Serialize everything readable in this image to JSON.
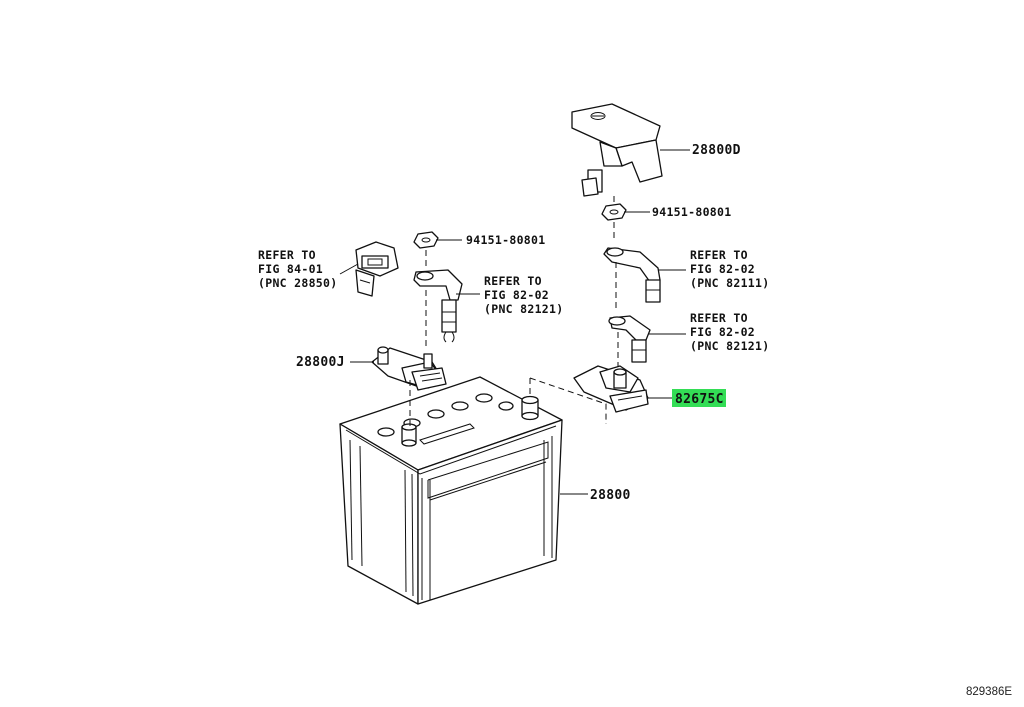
{
  "diagram": {
    "callouts": {
      "battery": "28800",
      "cover": "28800D",
      "sensor": "28800J",
      "terminal_clamp": "82675C",
      "nut_left": "94151-80801",
      "nut_right": "94151-80801"
    },
    "references": {
      "fig84": {
        "line1": "REFER TO",
        "line2": "FIG 84-01",
        "line3": "(PNC 28850)"
      },
      "fig82_left": {
        "line1": "REFER TO",
        "line2": "FIG 82-02",
        "line3": "(PNC 82121)"
      },
      "fig82_right_top": {
        "line1": "REFER TO",
        "line2": "FIG 82-02",
        "line3": "(PNC 82111)"
      },
      "fig82_right_bottom": {
        "line1": "REFER TO",
        "line2": "FIG 82-02",
        "line3": "(PNC 82121)"
      }
    },
    "highlight_color": "#33dd55",
    "figure_id": "829386E"
  }
}
